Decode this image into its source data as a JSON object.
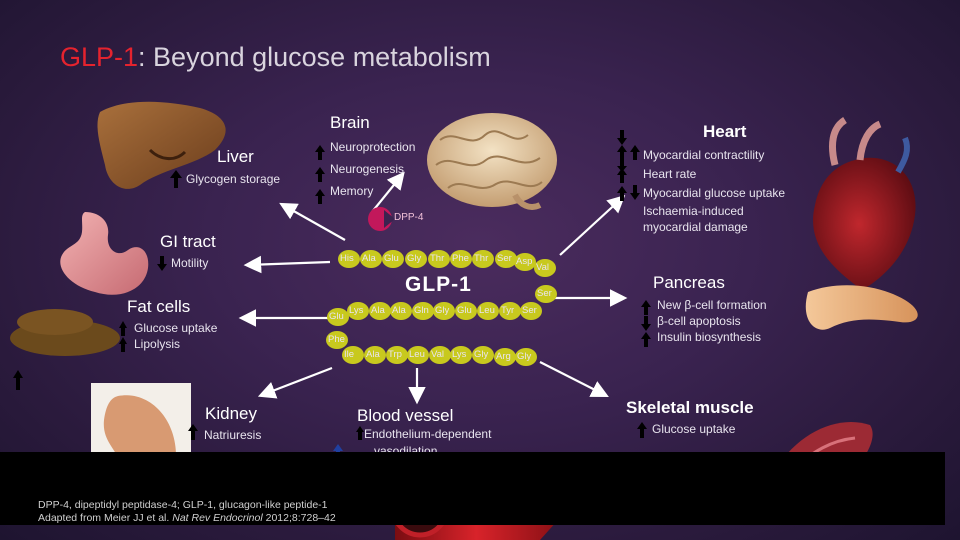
{
  "title": {
    "highlight": "GLP-1",
    "rest": ": Beyond glucose metabolism"
  },
  "brain": {
    "heading": "Brain",
    "effects": [
      "Neuroprotection",
      "Neurogenesis",
      "Memory"
    ]
  },
  "liver": {
    "heading": "Liver",
    "effects": [
      "Glycogen storage"
    ]
  },
  "gi": {
    "heading": "GI tract",
    "effects": [
      "Motility"
    ]
  },
  "fat": {
    "heading": "Fat cells",
    "effects": [
      "Glucose uptake",
      "Lipolysis"
    ]
  },
  "kidney": {
    "heading": "Kidney",
    "effects": [
      "Natriuresis"
    ]
  },
  "vessel": {
    "heading": "Blood vessel",
    "effects": [
      "Endothelium-dependent",
      "vasodilation"
    ]
  },
  "heart": {
    "heading": "Heart",
    "effects": [
      "Myocardial contractility",
      "Heart rate",
      "Myocardial glucose uptake",
      "Ischaemia-induced",
      "myocardial damage"
    ]
  },
  "pancreas": {
    "heading": "Pancreas",
    "effects": [
      "New β-cell formation",
      "β-cell apoptosis",
      "Insulin biosynthesis"
    ]
  },
  "muscle": {
    "heading": "Skeletal muscle",
    "effects": [
      "Glucose uptake"
    ]
  },
  "peptide": {
    "name": "GLP-1",
    "enzyme": "DPP-4",
    "row1": [
      "His",
      "Ala",
      "Glu",
      "Gly",
      "Thr",
      "Phe",
      "Thr",
      "Ser",
      "Asp"
    ],
    "turn1": [
      "Val",
      "Ser"
    ],
    "row2": [
      "Ser",
      "Tyr",
      "Leu",
      "Glu",
      "Gly",
      "Gln",
      "Ala",
      "Ala",
      "Lys",
      "Glu"
    ],
    "turn2": [
      "Phe"
    ],
    "row3": [
      "Ile",
      "Ala",
      "Trp",
      "Leu",
      "Val",
      "Lys",
      "Gly",
      "Arg",
      "Gly"
    ]
  },
  "footer": {
    "line1": "DPP-4, dipeptidyl peptidase-4; GLP-1, glucagon-like peptide-1",
    "line2_pre": "Adapted from Meier JJ et al. ",
    "line2_journal": "Nat Rev Endocrinol",
    "line2_post": " 2012;8:728–42"
  },
  "colors": {
    "accent": "#e5232e",
    "background": "#3a2350",
    "peptide_bead": "#c8c91e",
    "enzyme": "#c2185b"
  }
}
